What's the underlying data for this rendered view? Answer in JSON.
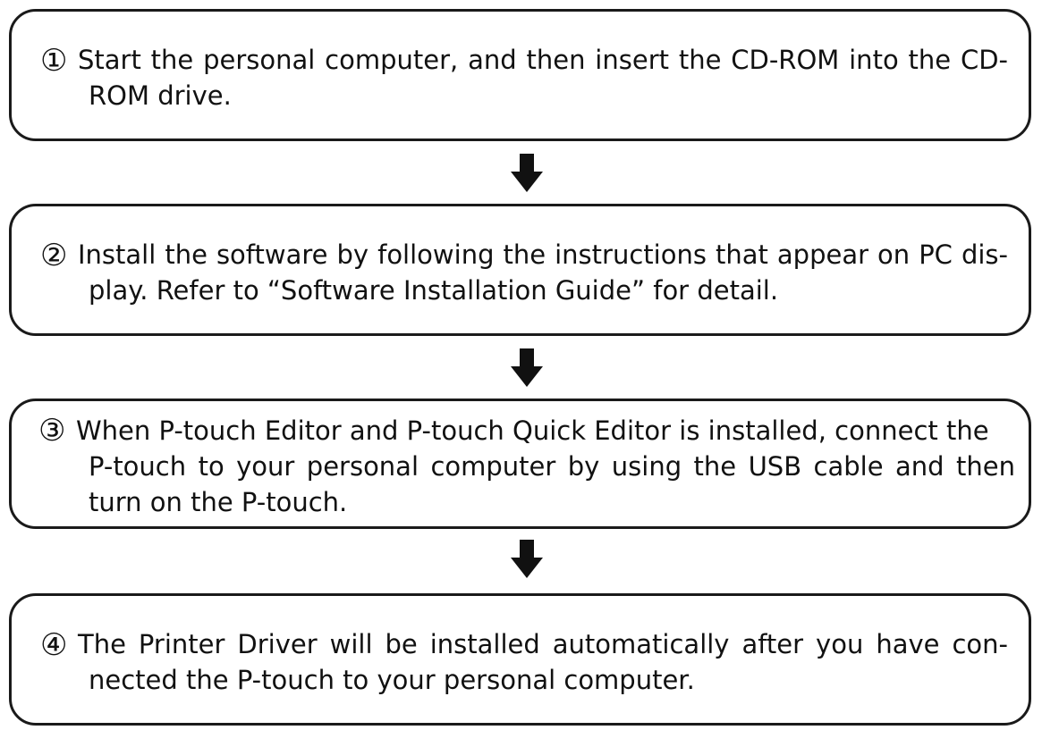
{
  "steps": [
    {
      "number": "①",
      "line1": "Start the personal computer, and then insert the CD-ROM into the CD-",
      "line2": "ROM drive."
    },
    {
      "number": "②",
      "line1": "Install the software by following the instructions that appear on PC dis-",
      "line2": "play. Refer to “Software Installation Guide” for detail."
    },
    {
      "number": "③",
      "line1": "When P-touch Editor and P-touch Quick Editor is installed, connect the",
      "line2": "P-touch to your personal computer by using the USB cable and then",
      "line3": "turn on the P-touch."
    },
    {
      "number": "④",
      "line1": "The Printer Driver will be installed automatically after you have con-",
      "line2": "nected the P-touch to your personal computer."
    }
  ],
  "arrows": {
    "icon": "down-arrow-icon",
    "color": "#111111"
  }
}
